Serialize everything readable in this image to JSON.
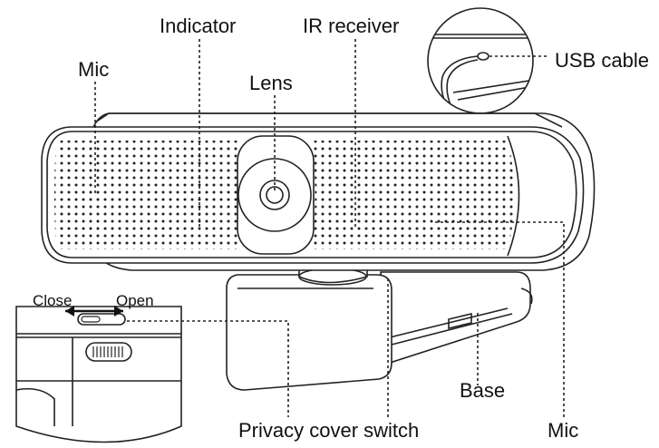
{
  "labels": {
    "indicator": "Indicator",
    "ir_receiver": "IR receiver",
    "mic_left": "Mic",
    "lens": "Lens",
    "usb_cable": "USB cable",
    "close": "Close",
    "open": "Open",
    "base": "Base",
    "privacy_cover_switch": "Privacy cover switch",
    "mic_right": "Mic"
  }
}
